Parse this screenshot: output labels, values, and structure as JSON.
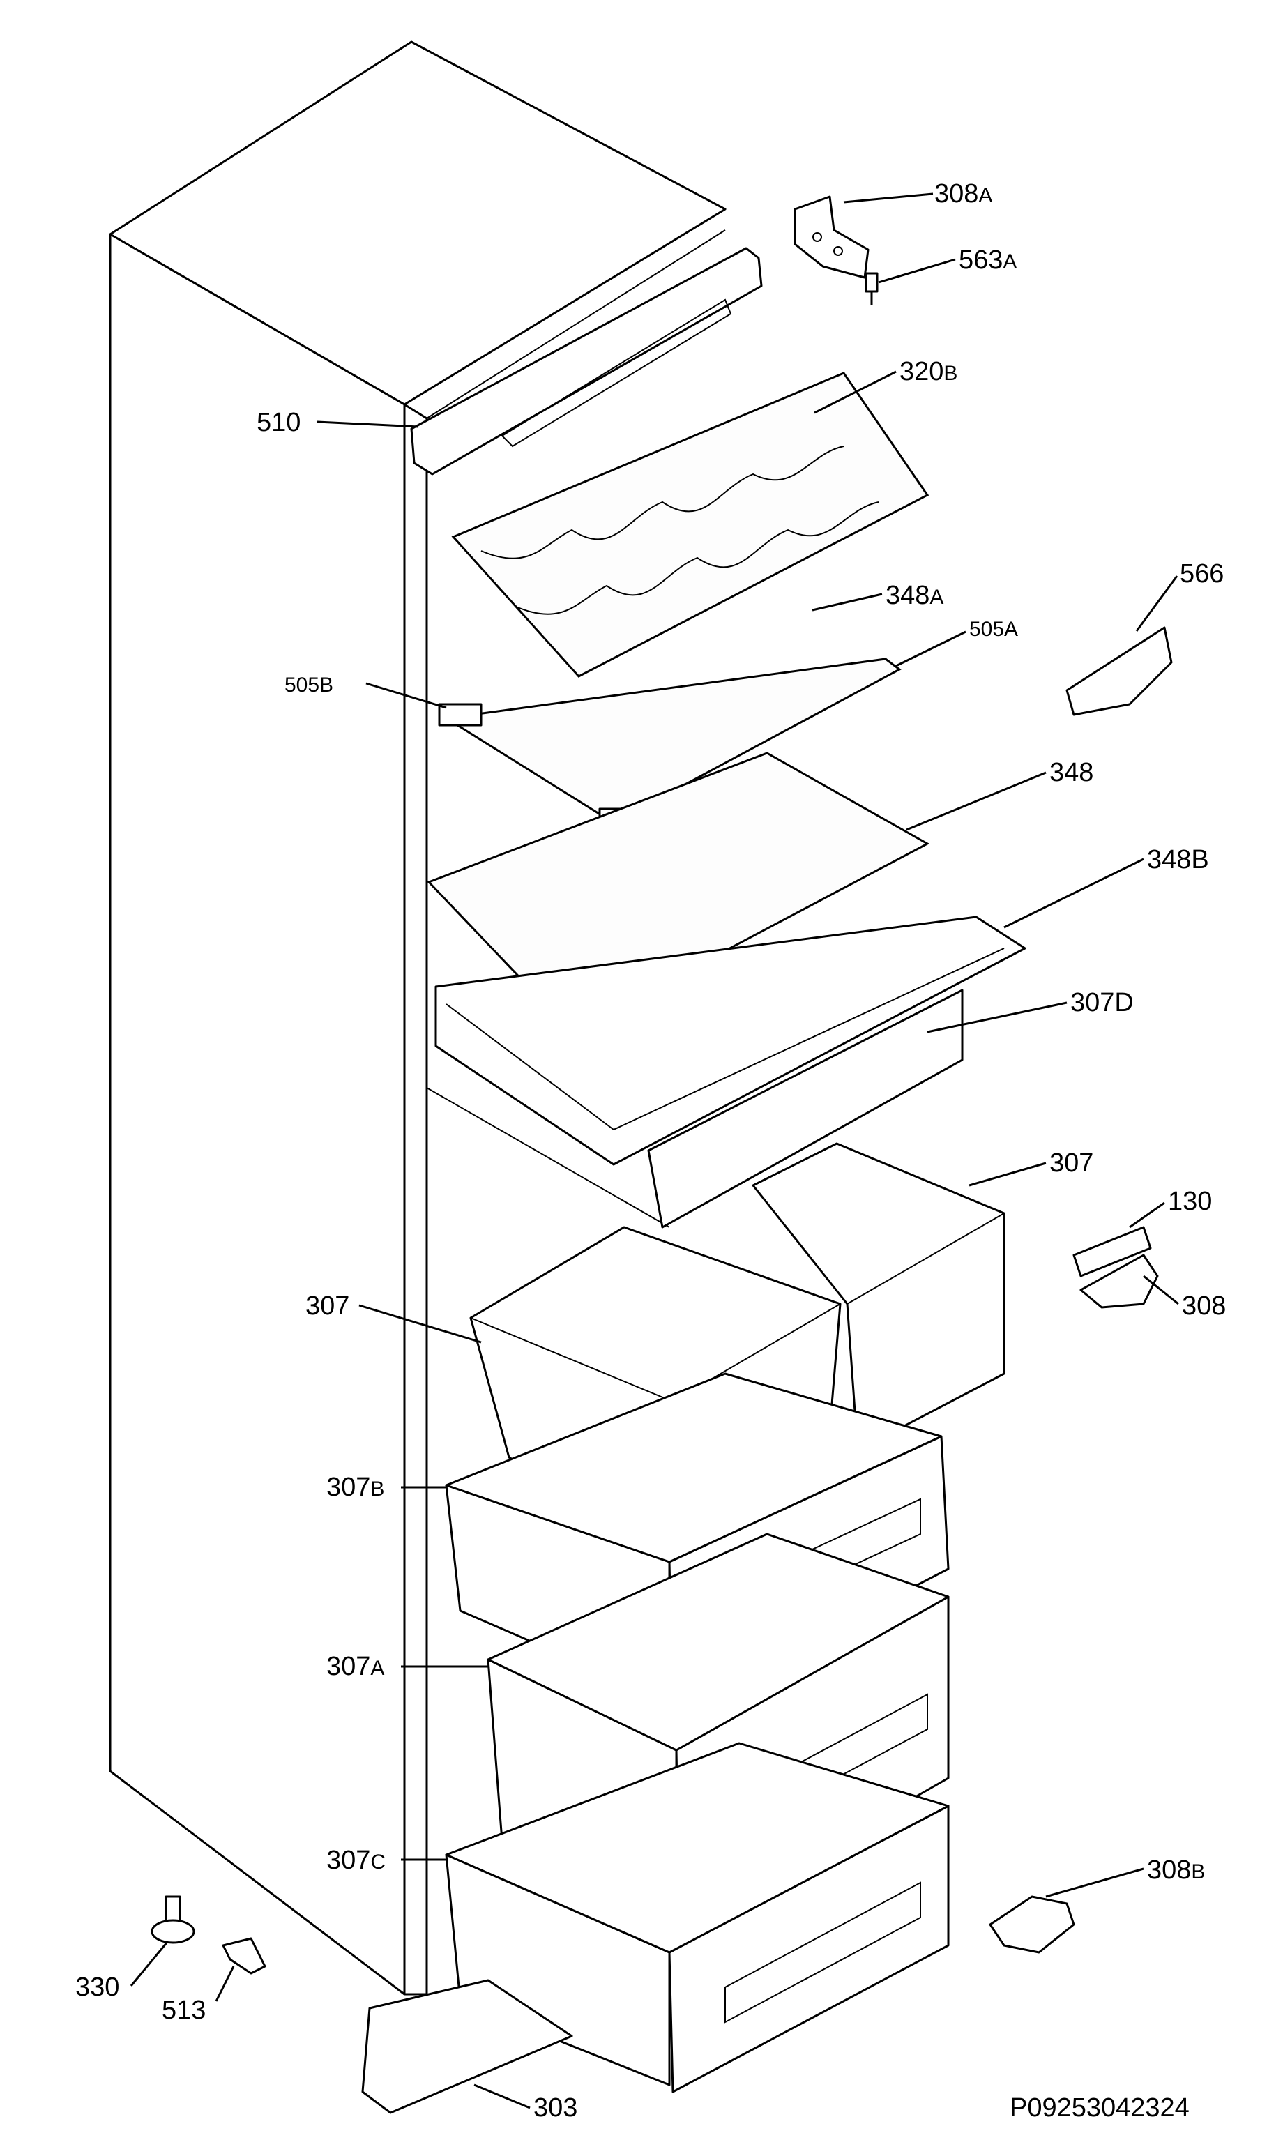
{
  "diagram": {
    "doc_code": "P09253042324",
    "parts": [
      {
        "id": "308a",
        "num": "308",
        "suffix": "A"
      },
      {
        "id": "563a",
        "num": "563",
        "suffix": "A"
      },
      {
        "id": "320b",
        "num": "320",
        "suffix": "B"
      },
      {
        "id": "510",
        "num": "510",
        "suffix": ""
      },
      {
        "id": "566",
        "num": "566",
        "suffix": ""
      },
      {
        "id": "348a",
        "num": "348",
        "suffix": "A"
      },
      {
        "id": "505a",
        "num": "505A",
        "suffix": ""
      },
      {
        "id": "505b",
        "num": "505B",
        "suffix": ""
      },
      {
        "id": "348",
        "num": "348",
        "suffix": ""
      },
      {
        "id": "348b",
        "num": "348B",
        "suffix": ""
      },
      {
        "id": "307d",
        "num": "307D",
        "suffix": ""
      },
      {
        "id": "307-right",
        "num": "307",
        "suffix": ""
      },
      {
        "id": "130",
        "num": "130",
        "suffix": ""
      },
      {
        "id": "308",
        "num": "308",
        "suffix": ""
      },
      {
        "id": "307-left",
        "num": "307",
        "suffix": ""
      },
      {
        "id": "307b",
        "num": "307",
        "suffix": "B"
      },
      {
        "id": "307a",
        "num": "307",
        "suffix": "A"
      },
      {
        "id": "307c",
        "num": "307",
        "suffix": "C"
      },
      {
        "id": "308b",
        "num": "308",
        "suffix": "B"
      },
      {
        "id": "330",
        "num": "330",
        "suffix": ""
      },
      {
        "id": "513",
        "num": "513",
        "suffix": ""
      },
      {
        "id": "303",
        "num": "303",
        "suffix": ""
      }
    ]
  }
}
